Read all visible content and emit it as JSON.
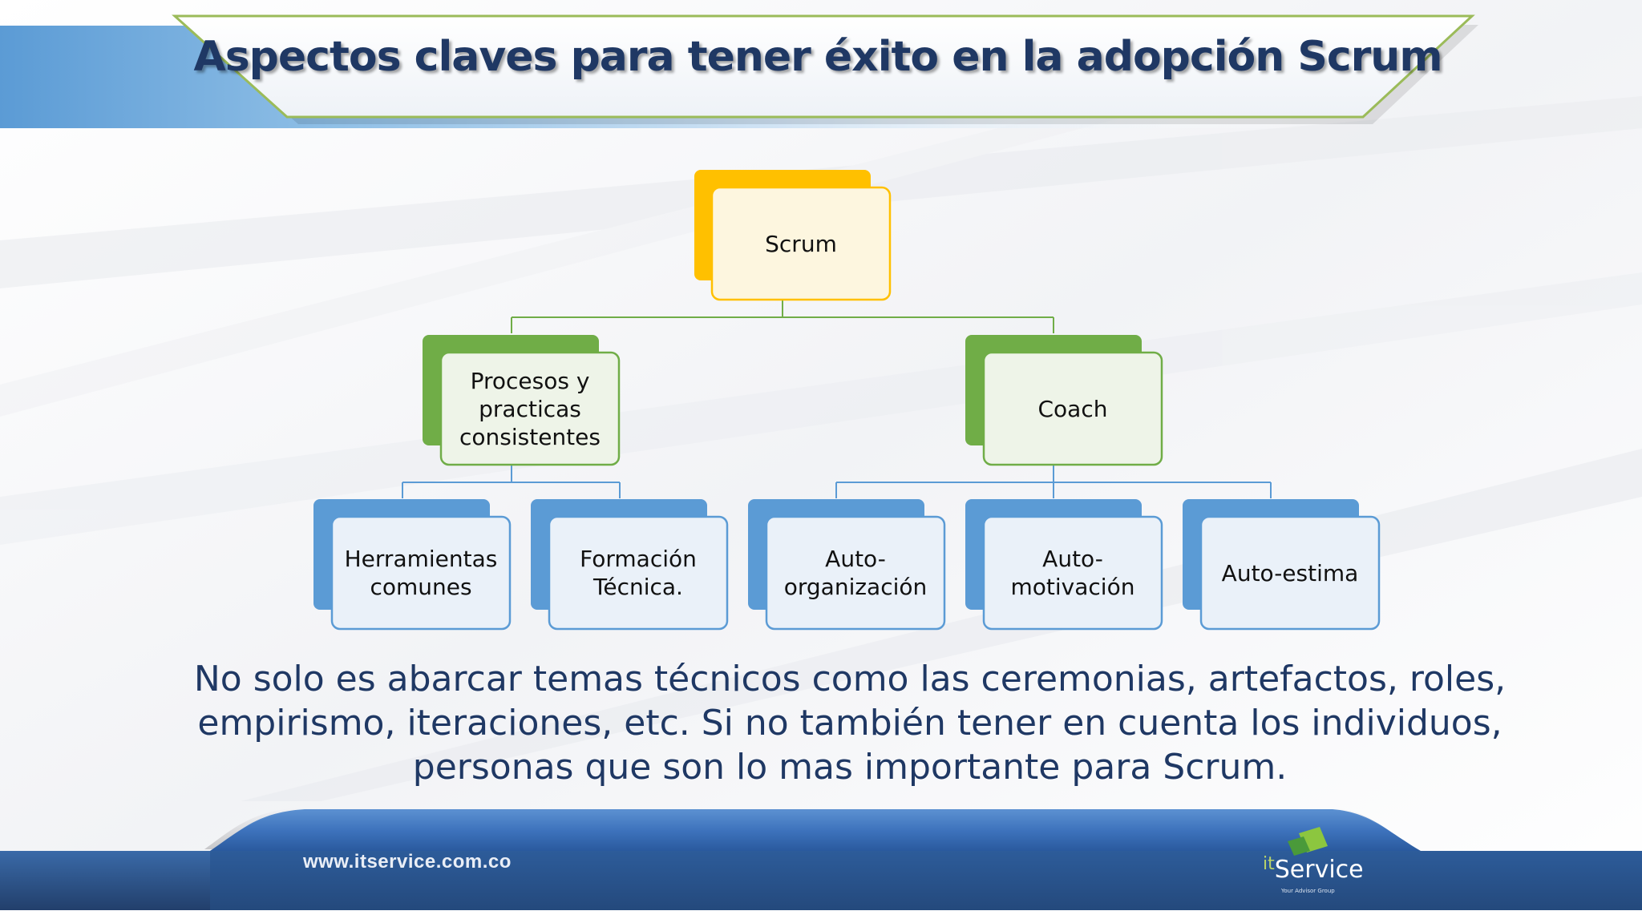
{
  "slide": {
    "title": "Aspectos claves para tener éxito en la adopción Scrum",
    "body": "No solo es abarcar temas técnicos como las ceremonias, artefactos, roles, empirismo, iteraciones, etc. Si no también tener en cuenta los individuos, personas que son lo mas importante para Scrum.",
    "footer": {
      "website": "www.itservice.com.co",
      "logo_prefix": "it",
      "logo_name": "Service",
      "logo_tagline": "Your Advisor Group"
    }
  },
  "org_chart": {
    "root": {
      "label": "Scrum",
      "color": "#FFC000"
    },
    "level2": [
      {
        "label": "Procesos y practicas consistentes",
        "color": "#70AD47"
      },
      {
        "label": "Coach",
        "color": "#70AD47"
      }
    ],
    "level3": [
      {
        "label": "Herramientas comunes",
        "parent": "Procesos y practicas consistentes",
        "color": "#5B9BD5"
      },
      {
        "label": "Formación Técnica.",
        "parent": "Procesos y practicas consistentes",
        "color": "#5B9BD5"
      },
      {
        "label": "Auto-organización",
        "parent": "Coach",
        "color": "#5B9BD5"
      },
      {
        "label": "Auto-motivación",
        "parent": "Coach",
        "color": "#5B9BD5"
      },
      {
        "label": "Auto-estima",
        "parent": "Coach",
        "color": "#5B9BD5"
      }
    ]
  },
  "colors": {
    "title_text": "#1F3864",
    "body_text": "#1F3864",
    "header_band": "#5B9BD5",
    "header_border": "#9BBB59",
    "footer_band": "#2E5C99"
  }
}
